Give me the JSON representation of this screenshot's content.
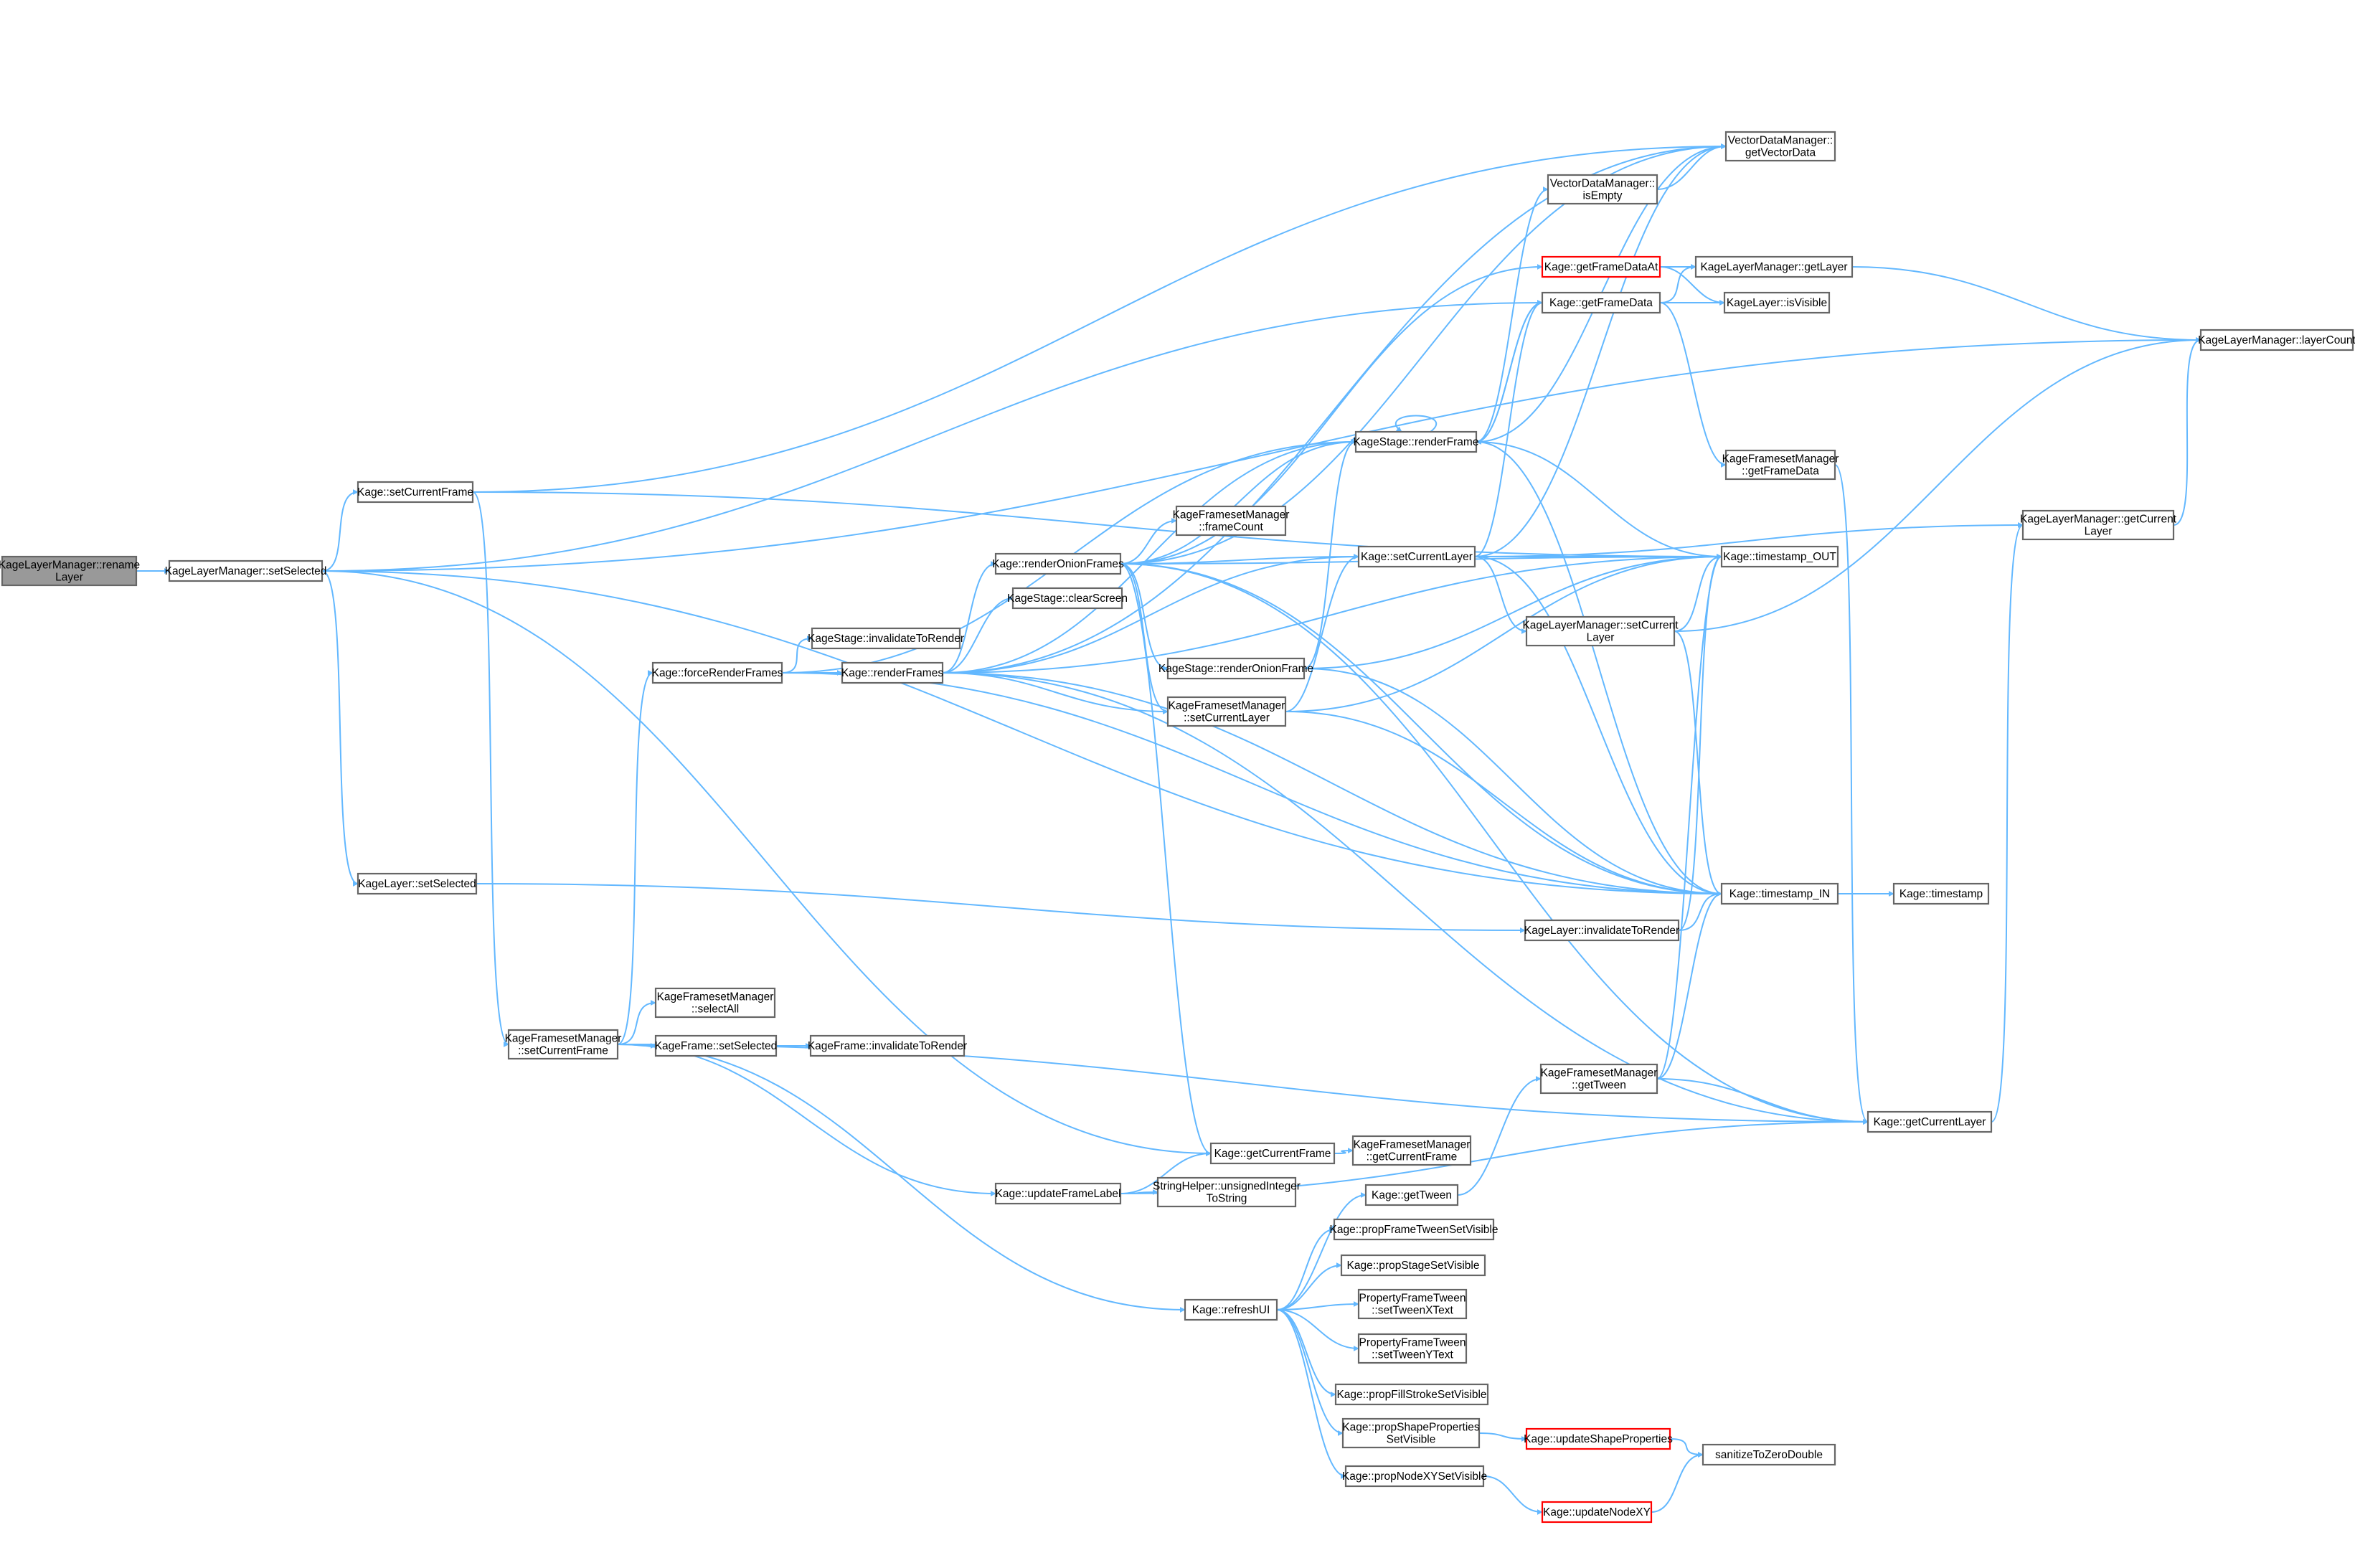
{
  "diagram": {
    "title": "",
    "colors": {
      "edge": "#63b8ff",
      "node_border": "#666666",
      "root_fill": "#999999",
      "truncated_border": "#ff0000",
      "background": "#ffffff"
    },
    "nodes": [
      {
        "id": "renameLayer",
        "lines": [
          "KageLayerManager::rename",
          "Layer"
        ],
        "root": true
      },
      {
        "id": "lmSetSelected",
        "lines": [
          "KageLayerManager::setSelected"
        ]
      },
      {
        "id": "setCurrentFrame",
        "lines": [
          "Kage::setCurrentFrame"
        ]
      },
      {
        "id": "layerSetSelected",
        "lines": [
          "KageLayer::setSelected"
        ]
      },
      {
        "id": "fsmSetCurrentFrame",
        "lines": [
          "KageFramesetManager",
          "::setCurrentFrame"
        ]
      },
      {
        "id": "forceRenderFrames",
        "lines": [
          "Kage::forceRenderFrames"
        ]
      },
      {
        "id": "stageInvalidate",
        "lines": [
          "KageStage::invalidateToRender"
        ]
      },
      {
        "id": "renderFrames",
        "lines": [
          "Kage::renderFrames"
        ]
      },
      {
        "id": "renderOnionFrames",
        "lines": [
          "Kage::renderOnionFrames"
        ]
      },
      {
        "id": "clearScreen",
        "lines": [
          "KageStage::clearScreen"
        ]
      },
      {
        "id": "fsmSelectAll",
        "lines": [
          "KageFramesetManager",
          "::selectAll"
        ]
      },
      {
        "id": "frameSetSelected",
        "lines": [
          "KageFrame::setSelected"
        ]
      },
      {
        "id": "frameInvalidate",
        "lines": [
          "KageFrame::invalidateToRender"
        ]
      },
      {
        "id": "updateFrameLabel",
        "lines": [
          "Kage::updateFrameLabel"
        ]
      },
      {
        "id": "refreshUI",
        "lines": [
          "Kage::refreshUI"
        ]
      },
      {
        "id": "fsmFrameCount",
        "lines": [
          "KageFramesetManager",
          "::frameCount"
        ]
      },
      {
        "id": "stageRenderOnion",
        "lines": [
          "KageStage::renderOnionFrame"
        ]
      },
      {
        "id": "fsmSetCurrentLayer",
        "lines": [
          "KageFramesetManager",
          "::setCurrentLayer"
        ]
      },
      {
        "id": "getCurrentFrame",
        "lines": [
          "Kage::getCurrentFrame"
        ]
      },
      {
        "id": "unsignedToString",
        "lines": [
          "StringHelper::unsignedInteger",
          "ToString"
        ]
      },
      {
        "id": "getTween",
        "lines": [
          "Kage::getTween"
        ]
      },
      {
        "id": "propFrameTween",
        "lines": [
          "Kage::propFrameTweenSetVisible"
        ]
      },
      {
        "id": "propStage",
        "lines": [
          "Kage::propStageSetVisible"
        ]
      },
      {
        "id": "setTweenX",
        "lines": [
          "PropertyFrameTween",
          "::setTweenXText"
        ]
      },
      {
        "id": "setTweenY",
        "lines": [
          "PropertyFrameTween",
          "::setTweenYText"
        ]
      },
      {
        "id": "propFillStroke",
        "lines": [
          "Kage::propFillStrokeSetVisible"
        ]
      },
      {
        "id": "propShapeProps",
        "lines": [
          "Kage::propShapeProperties",
          "SetVisible"
        ]
      },
      {
        "id": "propNodeXY",
        "lines": [
          "Kage::propNodeXYSetVisible"
        ]
      },
      {
        "id": "stageRenderFrame",
        "lines": [
          "KageStage::renderFrame"
        ]
      },
      {
        "id": "kSetCurrentLayer",
        "lines": [
          "Kage::setCurrentLayer"
        ]
      },
      {
        "id": "vdmIsEmpty",
        "lines": [
          "VectorDataManager::",
          "isEmpty"
        ]
      },
      {
        "id": "getFrameDataAt",
        "lines": [
          "Kage::getFrameDataAt"
        ],
        "truncated": true
      },
      {
        "id": "getFrameData",
        "lines": [
          "Kage::getFrameData"
        ]
      },
      {
        "id": "fsmGetFrameData",
        "lines": [
          "KageFramesetManager",
          "::getFrameData"
        ]
      },
      {
        "id": "lmSetCurrentLayer",
        "lines": [
          "KageLayerManager::setCurrent",
          "Layer"
        ]
      },
      {
        "id": "layerInvalidate",
        "lines": [
          "KageLayer::invalidateToRender"
        ]
      },
      {
        "id": "fsmGetTween",
        "lines": [
          "KageFramesetManager",
          "::getTween"
        ]
      },
      {
        "id": "fsmGetCurrentFrame",
        "lines": [
          "KageFramesetManager",
          "::getCurrentFrame"
        ]
      },
      {
        "id": "updateShapeProps",
        "lines": [
          "Kage::updateShapeProperties"
        ],
        "truncated": true
      },
      {
        "id": "updateNodeXY",
        "lines": [
          "Kage::updateNodeXY"
        ],
        "truncated": true
      },
      {
        "id": "vdmGetVectorData",
        "lines": [
          "VectorDataManager::",
          "getVectorData"
        ]
      },
      {
        "id": "lmGetLayer",
        "lines": [
          "KageLayerManager::getLayer"
        ]
      },
      {
        "id": "layerIsVisible",
        "lines": [
          "KageLayer::isVisible"
        ]
      },
      {
        "id": "timestampOUT",
        "lines": [
          "Kage::timestamp_OUT"
        ]
      },
      {
        "id": "timestampIN",
        "lines": [
          "Kage::timestamp_IN"
        ]
      },
      {
        "id": "kGetCurrentLayer",
        "lines": [
          "Kage::getCurrentLayer"
        ]
      },
      {
        "id": "sanitize",
        "lines": [
          "sanitizeToZeroDouble"
        ]
      },
      {
        "id": "timestamp",
        "lines": [
          "Kage::timestamp"
        ]
      },
      {
        "id": "lmGetCurrentLayer",
        "lines": [
          "KageLayerManager::getCurrent",
          "Layer"
        ]
      },
      {
        "id": "lmLayerCount",
        "lines": [
          "KageLayerManager::layerCount"
        ]
      }
    ],
    "edges": [
      [
        "renameLayer",
        "lmSetSelected"
      ],
      [
        "lmSetSelected",
        "setCurrentFrame"
      ],
      [
        "lmSetSelected",
        "layerSetSelected"
      ],
      [
        "lmSetSelected",
        "getFrameData"
      ],
      [
        "lmSetSelected",
        "lmLayerCount"
      ],
      [
        "lmSetSelected",
        "timestampIN"
      ],
      [
        "lmSetSelected",
        "getCurrentFrame"
      ],
      [
        "setCurrentFrame",
        "fsmSetCurrentFrame"
      ],
      [
        "setCurrentFrame",
        "timestampOUT"
      ],
      [
        "setCurrentFrame",
        "vdmGetVectorData"
      ],
      [
        "layerSetSelected",
        "layerInvalidate"
      ],
      [
        "fsmSetCurrentFrame",
        "forceRenderFrames"
      ],
      [
        "fsmSetCurrentFrame",
        "fsmSelectAll"
      ],
      [
        "fsmSetCurrentFrame",
        "frameSetSelected"
      ],
      [
        "fsmSetCurrentFrame",
        "updateFrameLabel"
      ],
      [
        "fsmSetCurrentFrame",
        "refreshUI"
      ],
      [
        "fsmSetCurrentFrame",
        "kGetCurrentLayer"
      ],
      [
        "forceRenderFrames",
        "stageInvalidate"
      ],
      [
        "forceRenderFrames",
        "renderFrames"
      ],
      [
        "forceRenderFrames",
        "stageRenderFrame"
      ],
      [
        "forceRenderFrames",
        "timestampIN"
      ],
      [
        "renderFrames",
        "renderOnionFrames"
      ],
      [
        "renderFrames",
        "clearScreen"
      ],
      [
        "renderFrames",
        "stageRenderFrame"
      ],
      [
        "renderFrames",
        "kSetCurrentLayer"
      ],
      [
        "renderFrames",
        "fsmSetCurrentLayer"
      ],
      [
        "renderFrames",
        "timestampOUT"
      ],
      [
        "renderFrames",
        "timestampIN"
      ],
      [
        "renderFrames",
        "kGetCurrentLayer"
      ],
      [
        "renderFrames",
        "vdmGetVectorData"
      ],
      [
        "renderOnionFrames",
        "fsmFrameCount"
      ],
      [
        "renderOnionFrames",
        "stageRenderOnion"
      ],
      [
        "renderOnionFrames",
        "fsmSetCurrentLayer"
      ],
      [
        "renderOnionFrames",
        "getCurrentFrame"
      ],
      [
        "renderOnionFrames",
        "stageRenderFrame"
      ],
      [
        "renderOnionFrames",
        "kSetCurrentLayer"
      ],
      [
        "renderOnionFrames",
        "getFrameDataAt"
      ],
      [
        "renderOnionFrames",
        "timestampOUT"
      ],
      [
        "renderOnionFrames",
        "timestampIN"
      ],
      [
        "renderOnionFrames",
        "kGetCurrentLayer"
      ],
      [
        "renderOnionFrames",
        "vdmGetVectorData"
      ],
      [
        "frameSetSelected",
        "frameInvalidate"
      ],
      [
        "updateFrameLabel",
        "getCurrentFrame"
      ],
      [
        "updateFrameLabel",
        "unsignedToString"
      ],
      [
        "updateFrameLabel",
        "kGetCurrentLayer"
      ],
      [
        "refreshUI",
        "getTween"
      ],
      [
        "refreshUI",
        "propFrameTween"
      ],
      [
        "refreshUI",
        "propStage"
      ],
      [
        "refreshUI",
        "setTweenX"
      ],
      [
        "refreshUI",
        "setTweenY"
      ],
      [
        "refreshUI",
        "propFillStroke"
      ],
      [
        "refreshUI",
        "propShapeProps"
      ],
      [
        "refreshUI",
        "propNodeXY"
      ],
      [
        "stageRenderOnion",
        "stageRenderFrame"
      ],
      [
        "stageRenderOnion",
        "timestampOUT"
      ],
      [
        "stageRenderOnion",
        "timestampIN"
      ],
      [
        "fsmSetCurrentLayer",
        "kSetCurrentLayer"
      ],
      [
        "fsmSetCurrentLayer",
        "timestampOUT"
      ],
      [
        "fsmSetCurrentLayer",
        "timestampIN"
      ],
      [
        "getCurrentFrame",
        "fsmGetCurrentFrame"
      ],
      [
        "getTween",
        "fsmGetTween"
      ],
      [
        "propShapeProps",
        "updateShapeProps"
      ],
      [
        "propNodeXY",
        "updateNodeXY"
      ],
      [
        "stageRenderFrame",
        "stageRenderFrame"
      ],
      [
        "stageRenderFrame",
        "vdmIsEmpty"
      ],
      [
        "stageRenderFrame",
        "vdmGetVectorData"
      ],
      [
        "stageRenderFrame",
        "getFrameData"
      ],
      [
        "stageRenderFrame",
        "timestampOUT"
      ],
      [
        "stageRenderFrame",
        "timestampIN"
      ],
      [
        "kSetCurrentLayer",
        "getFrameData"
      ],
      [
        "kSetCurrentLayer",
        "lmSetCurrentLayer"
      ],
      [
        "kSetCurrentLayer",
        "timestampOUT"
      ],
      [
        "kSetCurrentLayer",
        "timestampIN"
      ],
      [
        "kSetCurrentLayer",
        "lmGetCurrentLayer"
      ],
      [
        "kSetCurrentLayer",
        "vdmGetVectorData"
      ],
      [
        "vdmIsEmpty",
        "vdmGetVectorData"
      ],
      [
        "getFrameDataAt",
        "lmGetLayer"
      ],
      [
        "getFrameDataAt",
        "layerIsVisible"
      ],
      [
        "getFrameData",
        "lmGetLayer"
      ],
      [
        "getFrameData",
        "layerIsVisible"
      ],
      [
        "getFrameData",
        "fsmGetFrameData"
      ],
      [
        "getFrameData",
        "stageRenderFrame"
      ],
      [
        "lmSetCurrentLayer",
        "timestampOUT"
      ],
      [
        "lmSetCurrentLayer",
        "timestampIN"
      ],
      [
        "lmSetCurrentLayer",
        "lmLayerCount"
      ],
      [
        "layerInvalidate",
        "timestampOUT"
      ],
      [
        "layerInvalidate",
        "timestampIN"
      ],
      [
        "fsmGetTween",
        "timestampOUT"
      ],
      [
        "fsmGetTween",
        "timestampIN"
      ],
      [
        "fsmGetTween",
        "kGetCurrentLayer"
      ],
      [
        "fsmGetFrameData",
        "kGetCurrentLayer"
      ],
      [
        "updateShapeProps",
        "sanitize"
      ],
      [
        "updateNodeXY",
        "sanitize"
      ],
      [
        "lmGetLayer",
        "lmLayerCount"
      ],
      [
        "timestampIN",
        "timestamp"
      ],
      [
        "kGetCurrentLayer",
        "lmGetCurrentLayer"
      ],
      [
        "lmGetCurrentLayer",
        "lmLayerCount"
      ]
    ]
  }
}
